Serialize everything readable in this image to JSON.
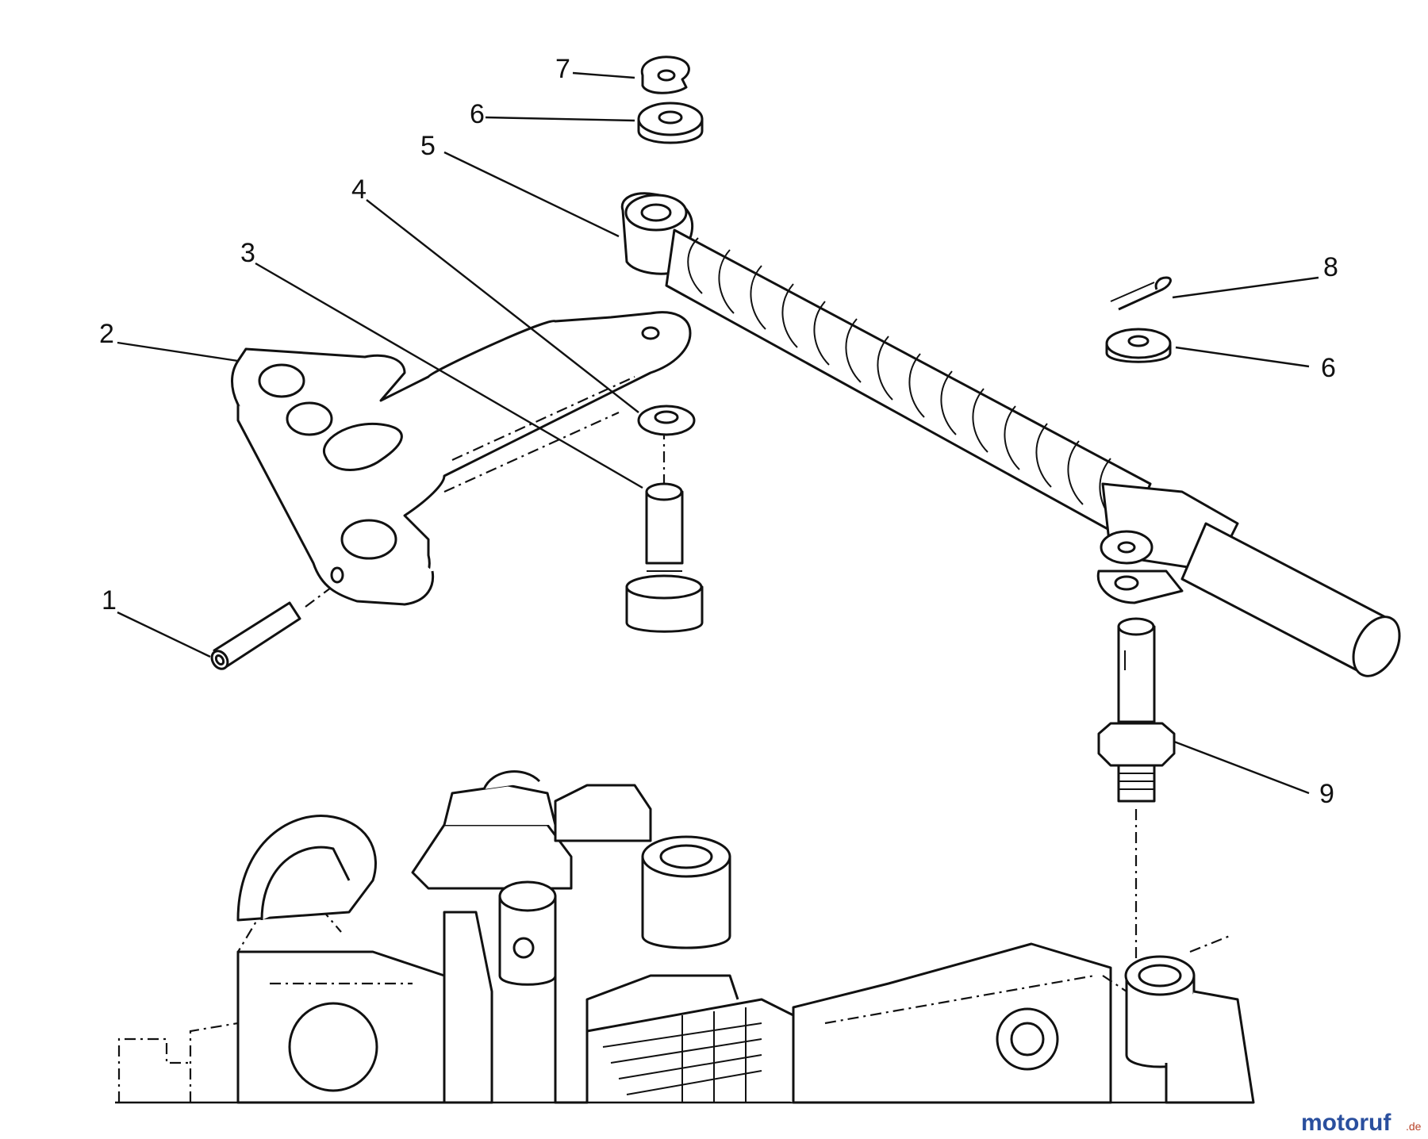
{
  "callouts": [
    {
      "id": "1",
      "text": "1"
    },
    {
      "id": "2",
      "text": "2"
    },
    {
      "id": "3",
      "text": "3"
    },
    {
      "id": "4",
      "text": "4"
    },
    {
      "id": "5",
      "text": "5"
    },
    {
      "id": "6a",
      "text": "6"
    },
    {
      "id": "6b",
      "text": "6"
    },
    {
      "id": "7",
      "text": "7"
    },
    {
      "id": "8",
      "text": "8"
    },
    {
      "id": "9",
      "text": "9"
    }
  ],
  "watermark": {
    "text": "motoruf",
    "suffix": ".de",
    "color_a": "#2a4f9e",
    "color_b": "#b8442a"
  }
}
